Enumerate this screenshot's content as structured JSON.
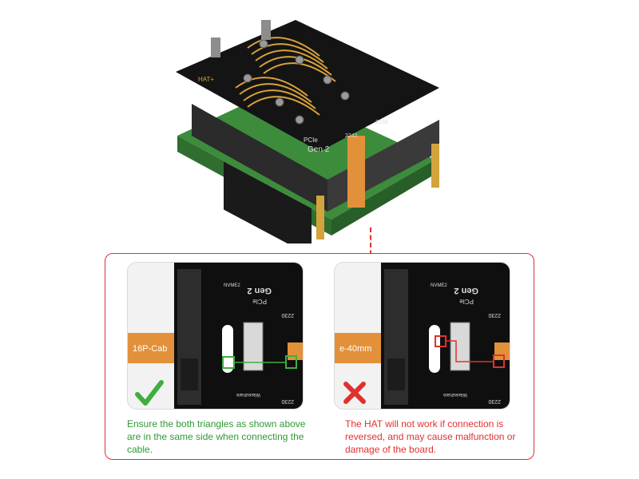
{
  "product": {
    "board_labels": [
      "HAT+",
      "Gen 2",
      "PCIe",
      "2230",
      "2242"
    ]
  },
  "panel": {
    "good": {
      "cable_label": "16P-Cab",
      "board_text": {
        "nvme": "NVME2",
        "gen": "Gen 2",
        "pcie": "PCIe",
        "size_top": "2230",
        "brand": "Waveshare",
        "size_bottom": "2230"
      },
      "caption": "Ensure the both triangles as shown above are in the same side when connecting the cable.",
      "status_color": "#3fae3f"
    },
    "bad": {
      "cable_label": "e-40mm",
      "board_text": {
        "nvme": "NVME2",
        "gen": "Gen 2",
        "pcie": "PCIe",
        "size_top": "2230",
        "brand": "Waveshare",
        "size_bottom": "2230"
      },
      "caption": "The HAT will not work if connection is reversed, and may cause malfunction or damage of the board.",
      "status_color": "#e0312f"
    }
  }
}
